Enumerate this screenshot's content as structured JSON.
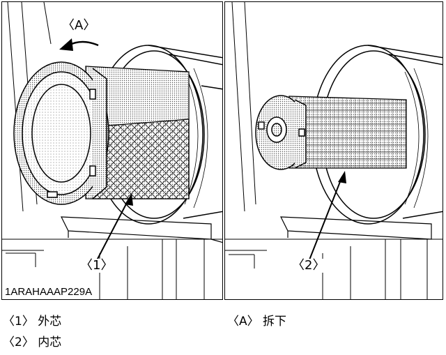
{
  "figure": {
    "figure_id": "1ARAHAAAP229A",
    "left_panel": {
      "callout_action": "〈A〉",
      "callout_part": "〈1〉"
    },
    "right_panel": {
      "callout_part": "〈2〉"
    }
  },
  "legend": [
    {
      "key": "〈1〉",
      "text": "外芯"
    },
    {
      "key": "〈2〉",
      "text": "内芯"
    },
    {
      "key": "〈A〉",
      "text": "拆下"
    }
  ]
}
